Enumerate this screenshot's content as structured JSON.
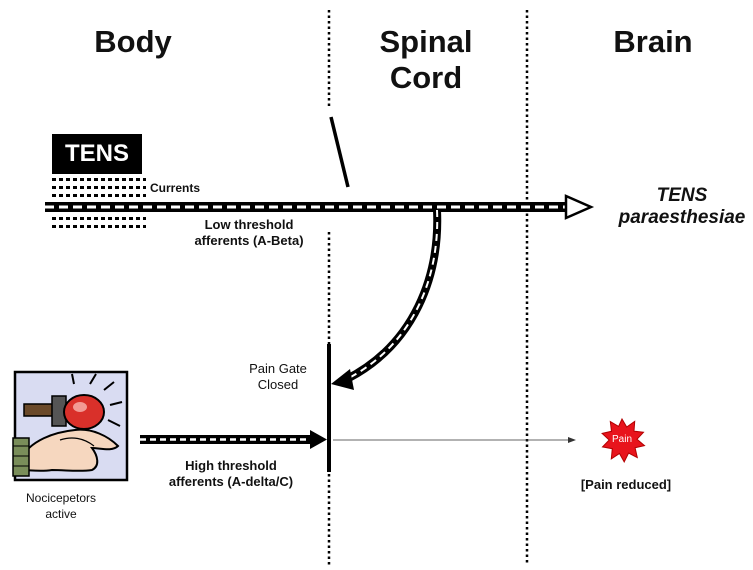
{
  "headers": {
    "body": "Body",
    "spinal_cord": "Spinal Cord",
    "brain": "Brain"
  },
  "tens": {
    "box_label": "TENS",
    "currents_label": "Currents",
    "low_threshold_label": "Low threshold afferents (A-Beta)",
    "output_label": "TENS paraesthesiae"
  },
  "gate": {
    "label": "Pain Gate Closed"
  },
  "nociception": {
    "high_threshold_label": "High threshold afferents (A-delta/C)",
    "nociceptors_label": "Nocicepetors active",
    "burst_label": "Pain",
    "result_label": "[Pain reduced]"
  },
  "colors": {
    "burst_fill": "#e8141c",
    "burst_text": "#ffffff",
    "line": "#000000"
  }
}
